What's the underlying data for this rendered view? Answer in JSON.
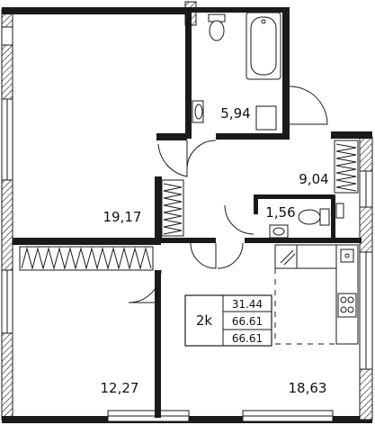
{
  "apartment": {
    "rooms_label": "2k",
    "area_living": "31.44",
    "area_total": "66.61",
    "area_total_2": "66.61"
  },
  "rooms": [
    {
      "id": "bedroom-1",
      "area": "19,17"
    },
    {
      "id": "bathroom",
      "area": "5,94"
    },
    {
      "id": "hallway",
      "area": "9,04"
    },
    {
      "id": "toilet",
      "area": "1,56"
    },
    {
      "id": "bedroom-2",
      "area": "12,27"
    },
    {
      "id": "kitchen-living",
      "area": "18,63"
    }
  ]
}
